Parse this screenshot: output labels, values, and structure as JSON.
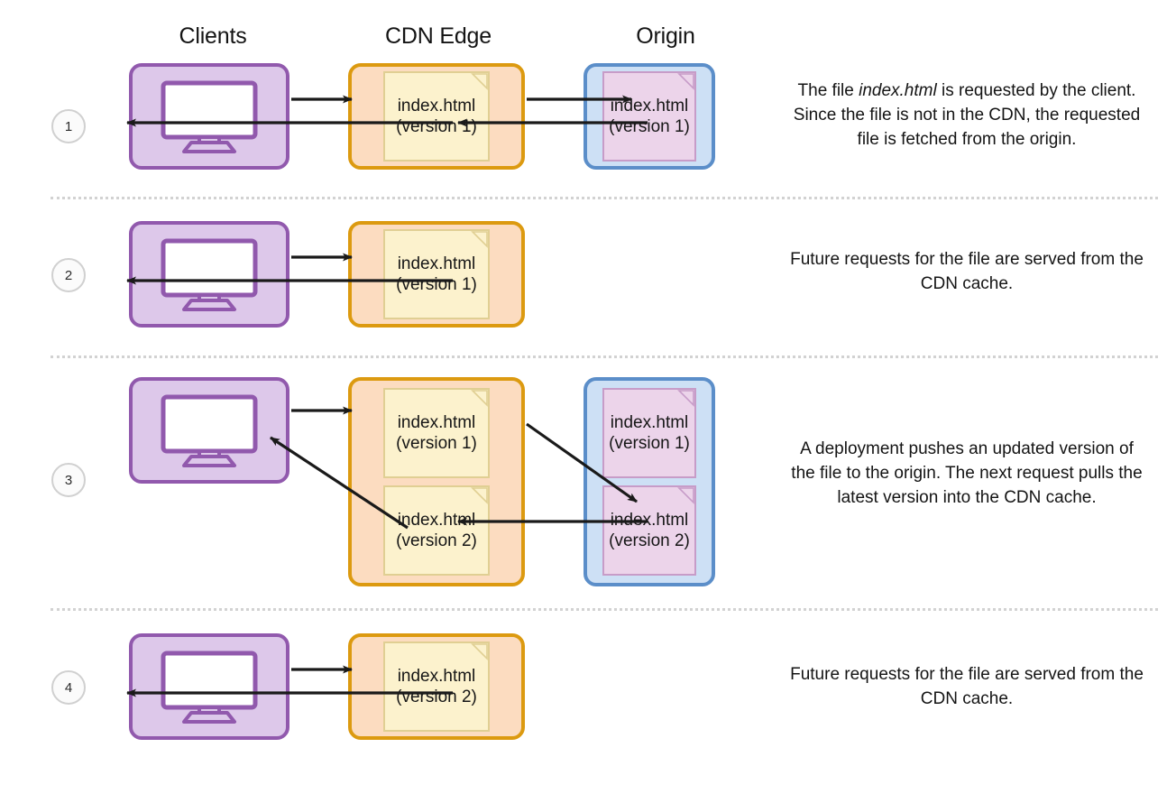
{
  "diagram": {
    "title": "CDN cache versioning flow",
    "columns": [
      {
        "id": "clients",
        "label": "Clients"
      },
      {
        "id": "cdn-edge",
        "label": "CDN Edge"
      },
      {
        "id": "origin",
        "label": "Origin"
      }
    ],
    "colors": {
      "clients_fill": "#ddc8ea",
      "clients_border": "#9159ad",
      "cdn_fill": "#fcdcc0",
      "cdn_border": "#dc9a10",
      "origin_fill": "#cde0f5",
      "origin_border": "#5b8ec9",
      "file_yellow_fill": "#fcf2cd",
      "file_yellow_border": "#e0cf93",
      "file_pink_fill": "#ecd4ea",
      "file_pink_border": "#c79cc8",
      "arrow": "#1a1a1a",
      "divider": "#d2d2d2",
      "step_badge_border": "#d0d0d0"
    },
    "file_name": "index.html",
    "versions": {
      "v1": "(version 1)",
      "v2": "(version 2)"
    },
    "steps": [
      {
        "number": "1",
        "has_cdn": true,
        "has_origin": true,
        "cdn_files": [
          {
            "name": "index.html",
            "version": "(version 1)",
            "style": "yellow"
          }
        ],
        "origin_files": [
          {
            "name": "index.html",
            "version": "(version 1)",
            "style": "pink"
          }
        ],
        "description_parts": [
          {
            "text": "The file ",
            "italic": false
          },
          {
            "text": "index.html",
            "italic": true
          },
          {
            "text": " is requested by the client. Since the file is not in the CDN, the requested file is fetched from the origin.",
            "italic": false
          }
        ],
        "description_plain": "The file index.html is requested by the client. Since the file is not in the CDN, the requested file is fetched from the origin."
      },
      {
        "number": "2",
        "has_cdn": true,
        "has_origin": false,
        "cdn_files": [
          {
            "name": "index.html",
            "version": "(version 1)",
            "style": "yellow"
          }
        ],
        "origin_files": [],
        "description_parts": [
          {
            "text": "Future requests for the file are served from the CDN cache.",
            "italic": false
          }
        ],
        "description_plain": "Future requests for the file are served from the CDN cache."
      },
      {
        "number": "3",
        "has_cdn": true,
        "has_origin": true,
        "cdn_files": [
          {
            "name": "index.html",
            "version": "(version 1)",
            "style": "yellow"
          },
          {
            "name": "index.html",
            "version": "(version 2)",
            "style": "yellow"
          }
        ],
        "origin_files": [
          {
            "name": "index.html",
            "version": "(version 1)",
            "style": "pink"
          },
          {
            "name": "index.html",
            "version": "(version 2)",
            "style": "pink"
          }
        ],
        "description_parts": [
          {
            "text": "A deployment pushes an updated version of the file to the origin. The next request pulls the latest version into the CDN cache.",
            "italic": false
          }
        ],
        "description_plain": "A deployment pushes an updated version of the file to the origin. The next request pulls the latest version into the CDN cache."
      },
      {
        "number": "4",
        "has_cdn": true,
        "has_origin": false,
        "cdn_files": [
          {
            "name": "index.html",
            "version": "(version 2)",
            "style": "yellow"
          }
        ],
        "origin_files": [],
        "description_parts": [
          {
            "text": "Future requests for the file are served from the CDN cache.",
            "italic": false
          }
        ],
        "description_plain": "Future requests for the file are served from the CDN cache."
      }
    ],
    "arrow_flows": [
      {
        "step": "1",
        "from": "clients",
        "to": "cdn-edge",
        "direction": "right",
        "label": "request"
      },
      {
        "step": "1",
        "from": "cdn-edge",
        "to": "clients",
        "direction": "left",
        "label": "response"
      },
      {
        "step": "1",
        "from": "cdn-edge",
        "to": "origin",
        "direction": "right",
        "label": "fetch"
      },
      {
        "step": "1",
        "from": "origin",
        "to": "cdn-edge",
        "direction": "left",
        "label": "deliver"
      },
      {
        "step": "2",
        "from": "clients",
        "to": "cdn-edge",
        "direction": "right",
        "label": "request"
      },
      {
        "step": "2",
        "from": "cdn-edge",
        "to": "clients",
        "direction": "left",
        "label": "cache hit"
      },
      {
        "step": "3",
        "from": "clients",
        "to": "cdn-edge",
        "direction": "right",
        "label": "request"
      },
      {
        "step": "3",
        "from": "cdn-edge-v2",
        "to": "clients",
        "direction": "left-up",
        "label": "serve v2"
      },
      {
        "step": "3",
        "from": "cdn-edge",
        "to": "origin-v2",
        "direction": "right-down",
        "label": "deploy"
      },
      {
        "step": "3",
        "from": "origin-v2",
        "to": "cdn-edge-v2",
        "direction": "left",
        "label": "pull latest"
      },
      {
        "step": "4",
        "from": "clients",
        "to": "cdn-edge",
        "direction": "right",
        "label": "request"
      },
      {
        "step": "4",
        "from": "cdn-edge",
        "to": "clients",
        "direction": "left",
        "label": "cache hit"
      }
    ]
  }
}
